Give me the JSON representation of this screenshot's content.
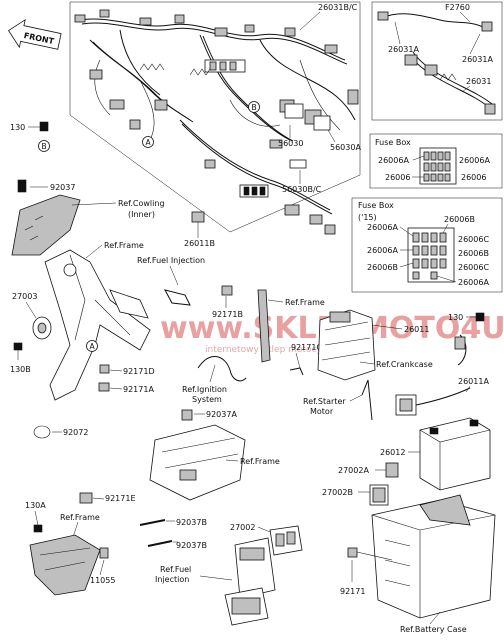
{
  "front_arrow": "FRONT",
  "watermark": {
    "line1": "www.SKLEPMOTO4U.PL",
    "line2": "internetowy sklep motocyklowy",
    "color_main": "#e8a0a0",
    "color_accent": "#d04040"
  },
  "labels": {
    "p26031b_c": "26031B/C",
    "p26031a_top": "26031A",
    "f2760": "F2760",
    "p26031a_right": "26031A",
    "p26031": "26031",
    "p130_top": "130",
    "circle_b": "B",
    "circle_a": "A",
    "p92037": "92037",
    "ref_cowling_1": "Ref.Cowling",
    "ref_cowling_2": "(Inner)",
    "p56030": "56030",
    "p56030a": "56030A",
    "p56030b_c": "56030B/C",
    "fusebox1_title": "Fuse Box",
    "fb1_26006a_l": "26006A",
    "fb1_26006a_r": "26006A",
    "fb1_26006_l": "26006",
    "fb1_26006_r": "26006",
    "fusebox2_title": "Fuse Box",
    "fb2_year": "('15)",
    "fb2_26006a_top": "26006A",
    "fb2_26006b_top": "26006B",
    "fb2_26006a_l": "26006A",
    "fb2_26006b_l": "26006B",
    "fb2_26006c_1": "26006C",
    "fb2_26006b_r": "26006B",
    "fb2_26006c_2": "26006C",
    "fb2_26006a_bot": "26006A",
    "p26011b": "26011B",
    "ref_frame_1": "Ref.Frame",
    "ref_fuel_inj_1": "Ref.Fuel Injection",
    "p27003": "27003",
    "ref_frame_2": "Ref.Frame",
    "p92171b": "92171B",
    "p26011": "26011",
    "p130_right": "130",
    "p92171c": "92171C",
    "p130b": "130B",
    "p92171d": "92171D",
    "p92171a": "92171A",
    "ref_crankcase": "Ref.Crankcase",
    "ref_ignition_1": "Ref.Ignition",
    "ref_ignition_2": "System",
    "ref_starter_1": "Ref.Starter",
    "ref_starter_2": "Motor",
    "p26011a": "26011A",
    "p92037a": "92037A",
    "p92072": "92072",
    "ref_frame_3": "Ref.Frame",
    "p26012": "26012",
    "p27002a": "27002A",
    "p27002b": "27002B",
    "p92171e": "92171E",
    "p130a": "130A",
    "ref_frame_4": "Ref.Frame",
    "p92037b_1": "92037B",
    "p27002": "27002",
    "p92037b_2": "92037B",
    "p11055": "11055",
    "ref_fuel_inj_2a": "Ref.Fuel",
    "ref_fuel_inj_2b": "Injection",
    "p92171": "92171",
    "ref_battery_case": "Ref.Battery Case"
  }
}
